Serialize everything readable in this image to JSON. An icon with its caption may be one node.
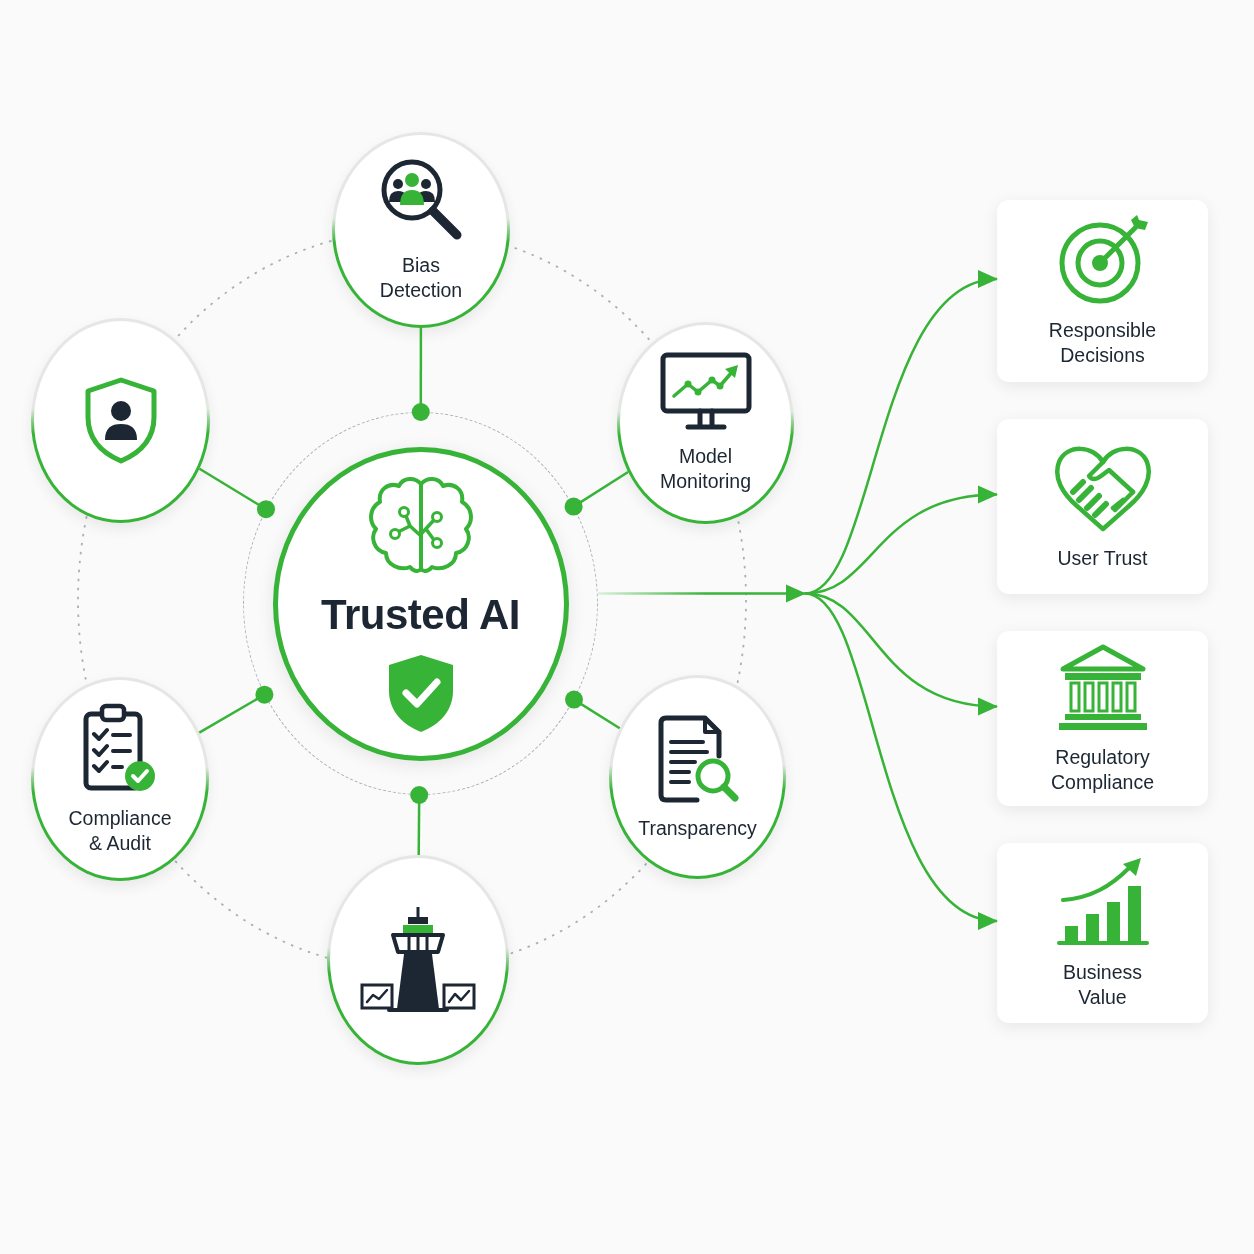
{
  "diagram": {
    "nodes": [
      {
        "text": [
          "Trusted AI"
        ]
      },
      {
        "text": [
          "Bias Detection"
        ]
      },
      {
        "text": [
          "Model Monitoring"
        ]
      },
      {
        "text": [
          "Transparency"
        ]
      },
      {
        "text": [],
        "shape": "circle"
      },
      {
        "text": [
          "Compliance & Audit"
        ]
      },
      {
        "text": [],
        "shape": "circle"
      },
      {
        "text": [
          "Responsible Decisions"
        ]
      },
      {
        "text": [
          "User Trust"
        ]
      },
      {
        "text": [
          "Regulatory Compliance"
        ]
      },
      {
        "text": [
          "Business Value"
        ]
      }
    ],
    "edges": [
      {
        "from": 1,
        "to": 0,
        "arrow": "other"
      },
      {
        "from": 2,
        "to": 0,
        "arrow": "other"
      },
      {
        "from": 3,
        "to": 0,
        "arrow": "other"
      },
      {
        "from": 4,
        "to": 0,
        "arrow": "other"
      },
      {
        "from": 5,
        "to": 0,
        "arrow": "other"
      },
      {
        "from": 6,
        "to": 0,
        "arrow": "other"
      },
      {
        "from": 0,
        "to": 7,
        "arrow": "to"
      },
      {
        "from": 0,
        "to": 8,
        "arrow": "to"
      },
      {
        "from": 0,
        "to": 9,
        "arrow": "to"
      },
      {
        "from": 0,
        "to": 10,
        "arrow": "to"
      }
    ]
  }
}
